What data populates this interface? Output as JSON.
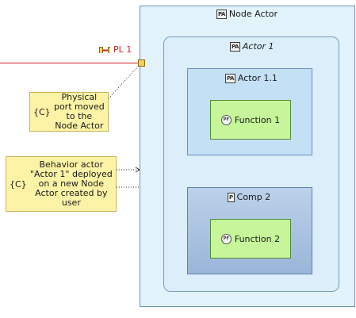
{
  "node_actor": {
    "title": "Node Actor",
    "icon": "physical-actor-icon"
  },
  "actor_1": {
    "title": "Actor 1",
    "icon": "physical-actor-icon"
  },
  "actor_1_1": {
    "title": "Actor 1.1",
    "icon": "physical-actor-icon"
  },
  "comp_2": {
    "title": "Comp 2",
    "icon": "physical-component-icon"
  },
  "function_1": {
    "title": "Function 1",
    "icon": "physical-function-icon"
  },
  "function_2": {
    "title": "Function 2",
    "icon": "physical-function-icon"
  },
  "physical_link": {
    "label": "PL 1",
    "color": "#d42020"
  },
  "notes": [
    {
      "prefix": "{C}",
      "text": "Physical port moved to the Node Actor"
    },
    {
      "prefix": "{C}",
      "text": "Behavior actor \"Actor 1\" deployed on a new Node Actor created by user"
    }
  ],
  "colors": {
    "node_fill": "#e3f3fb",
    "function_fill": "#c6f59a",
    "note_fill": "#fdf3a6",
    "port_fill": "#f0d060"
  }
}
